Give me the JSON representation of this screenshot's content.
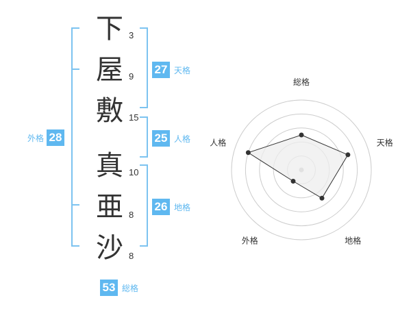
{
  "name": {
    "characters": [
      {
        "char": "下",
        "strokes": "3"
      },
      {
        "char": "屋",
        "strokes": "9"
      },
      {
        "char": "敷",
        "strokes": "15"
      },
      {
        "char": "真",
        "strokes": "10"
      },
      {
        "char": "亜",
        "strokes": "8"
      },
      {
        "char": "沙",
        "strokes": "8"
      }
    ]
  },
  "fortune": {
    "tenkaku": {
      "value": "27",
      "label": "天格"
    },
    "jinkaku": {
      "value": "25",
      "label": "人格"
    },
    "chikaku": {
      "value": "26",
      "label": "地格"
    },
    "gaikaku": {
      "value": "28",
      "label": "外格"
    },
    "soukaku": {
      "value": "53",
      "label": "総格"
    }
  },
  "chart_data": {
    "type": "radar",
    "axes": [
      "総格",
      "天格",
      "地格",
      "外格",
      "人格"
    ],
    "series": [
      {
        "values": [
          2.5,
          3.5,
          2.5,
          1,
          4
        ]
      }
    ],
    "range": [
      0,
      5
    ],
    "colors": {
      "fill": "#eeeeee",
      "stroke": "#333333",
      "rings": "#cccccc",
      "center": "#bbbbbb"
    }
  }
}
